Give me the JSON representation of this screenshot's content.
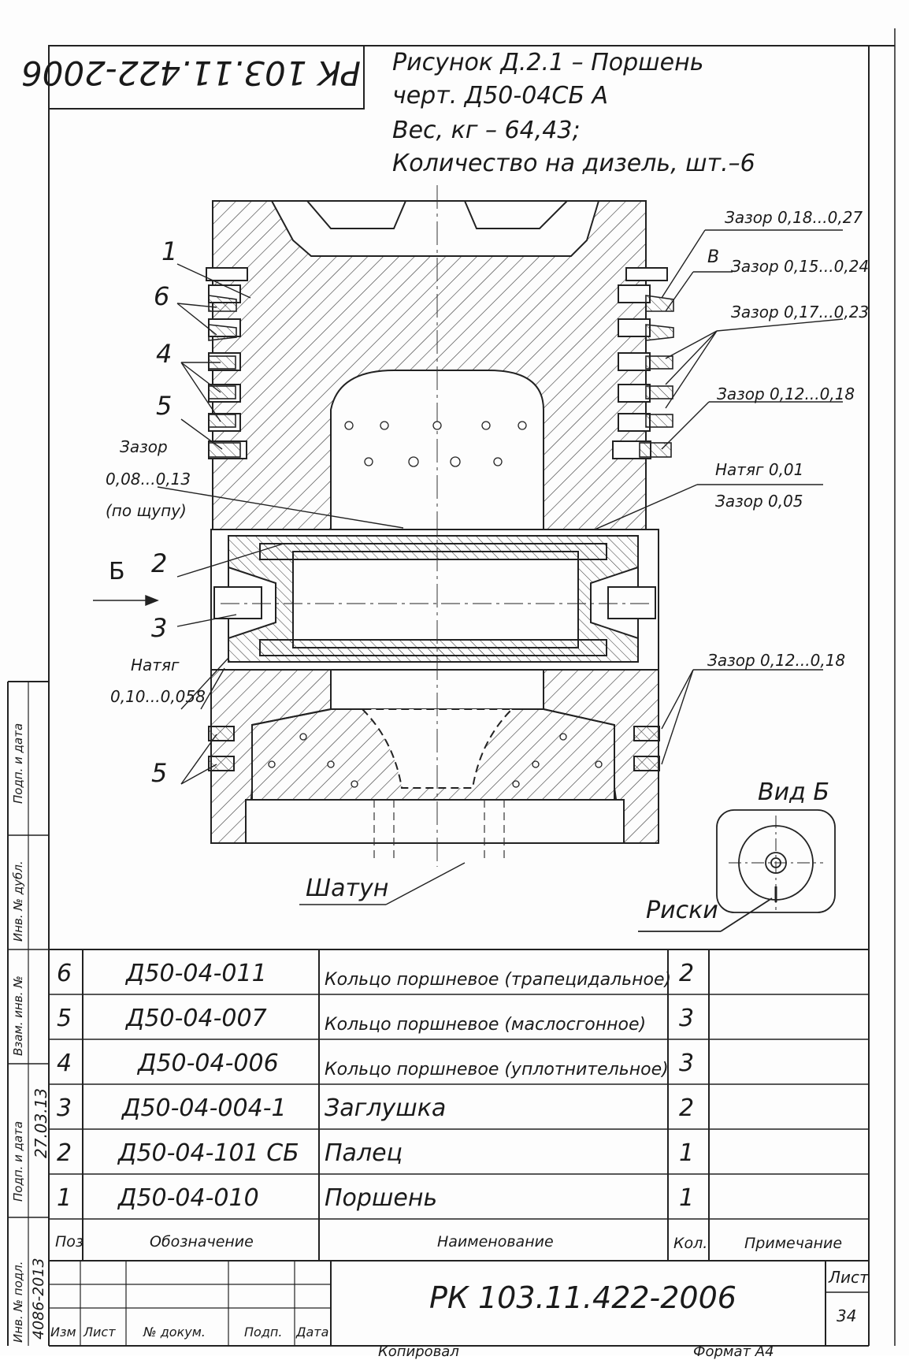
{
  "doc_code": "РК 103.11.422-2006",
  "doc_code_title": "РК 103.11.422-2006",
  "figure": {
    "caption": "Рисунок Д.2.1 – Поршень",
    "drawing": "черт. Д50-04СБ А",
    "weight": "Вес, кг – 64,43;",
    "quantity": "Количество на дизель, шт.–6"
  },
  "callouts": {
    "left": [
      "1",
      "6",
      "4",
      "5",
      "2",
      "3",
      "5"
    ],
    "b_letter": "Б",
    "v_letter": "В",
    "zazor_probe_1": "Зазор",
    "zazor_probe_2": "0,08...0,13",
    "zazor_probe_3": "(по щупу)",
    "natyag_left_1": "Натяг",
    "natyag_left_2": "0,10...0,058",
    "right_1": "Зазор 0,18...0,27",
    "right_2": "Зазор 0,15...0,24",
    "right_3": "Зазор 0,17...0,23",
    "right_4": "Зазор 0,12...0,18",
    "right_5": "Натяг 0,01",
    "right_6": "Зазор 0,05",
    "right_7": "Зазор 0,12...0,18",
    "shatun": "Шатун",
    "vid_b": "Вид Б",
    "riski": "Риски"
  },
  "spec_table": {
    "rows": [
      {
        "pos": "6",
        "code": "Д50-04-011",
        "name": "Кольцо поршневое (трапецидальное)",
        "qty": "2",
        "note": ""
      },
      {
        "pos": "5",
        "code": "Д50-04-007",
        "name": "Кольцо поршневое (маслосгонное)",
        "qty": "3",
        "note": ""
      },
      {
        "pos": "4",
        "code": "Д50-04-006",
        "name": "Кольцо поршневое (уплотнительное)",
        "qty": "3",
        "note": ""
      },
      {
        "pos": "3",
        "code": "Д50-04-004-1",
        "name": "Заглушка",
        "qty": "2",
        "note": ""
      },
      {
        "pos": "2",
        "code": "Д50-04-101 СБ",
        "name": "Палец",
        "qty": "1",
        "note": ""
      },
      {
        "pos": "1",
        "code": "Д50-04-010",
        "name": "Поршень",
        "qty": "1",
        "note": ""
      }
    ],
    "headers": {
      "pos": "Поз",
      "code": "Обозначение",
      "name": "Наименование",
      "qty": "Кол.",
      "note": "Примечание"
    }
  },
  "title_block": {
    "col_izm": "Изм",
    "col_list": "Лист",
    "col_doc": "№ докум.",
    "col_podp": "Подп.",
    "col_date": "Дата",
    "sheet_label": "Лист",
    "sheet_number": "34",
    "copied": "Копировал",
    "format": "Формат     А4"
  },
  "side_strip": {
    "labels": [
      "Подп. и дата",
      "Инв. № дубл.",
      "Взам. инв. №",
      "Подп. и дата",
      "Инв. № подл."
    ],
    "inv_number": "4086-2013",
    "signature_date": "27.03.13"
  }
}
